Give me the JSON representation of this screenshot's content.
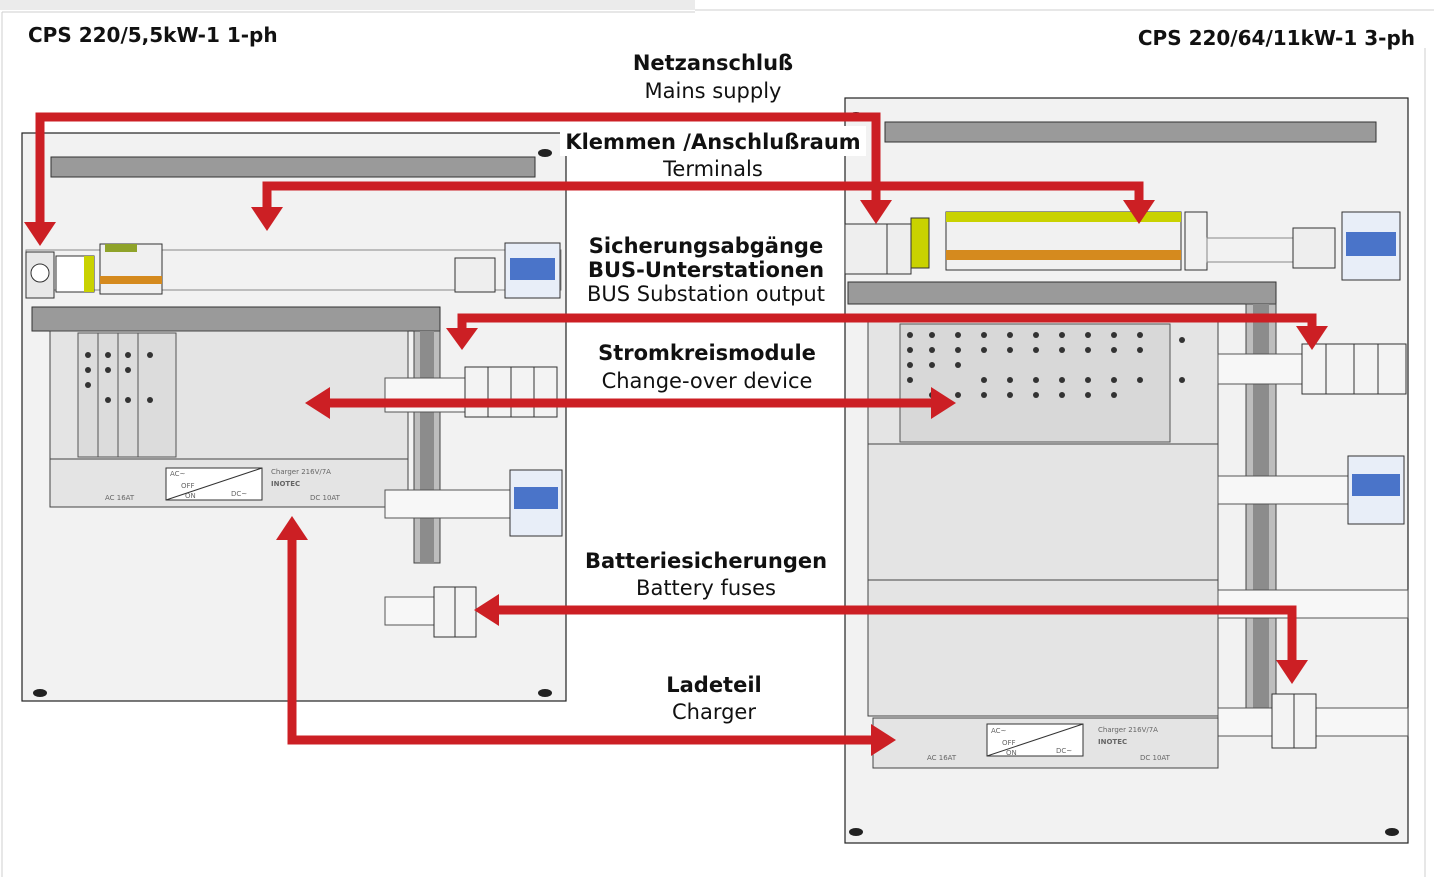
{
  "cabinets": {
    "left_title": "CPS 220/5,5kW-1 1-ph",
    "right_title": "CPS 220/64/11kW-1 3-ph"
  },
  "labels": {
    "mains": {
      "de": "Netzanschluß",
      "en": "Mains supply"
    },
    "terminals": {
      "de": "Klemmen /Anschlußraum",
      "en": "Terminals"
    },
    "bus": {
      "de1": "Sicherungsabgänge",
      "de2": "BUS-Unterstationen",
      "en": "BUS Substation output"
    },
    "modules": {
      "de": "Stromkreismodule",
      "en": "Change-over device"
    },
    "battery": {
      "de": "Batteriesicherungen",
      "en": "Battery fuses"
    },
    "charger": {
      "de": "Ladeteil",
      "en": "Charger"
    }
  },
  "charger_panel": {
    "model": "Charger 216V/7A",
    "brand": "INOTEC",
    "ac_fuse": "AC 16AT",
    "dc_fuse": "DC 10AT",
    "ac_label": "AC~",
    "dc_label": "DC~",
    "off": "OFF",
    "on": "ON"
  },
  "colors": {
    "arrow": "#cc1f24",
    "cabinet": "#f2f2f2",
    "rail": "#9a9a9a"
  }
}
